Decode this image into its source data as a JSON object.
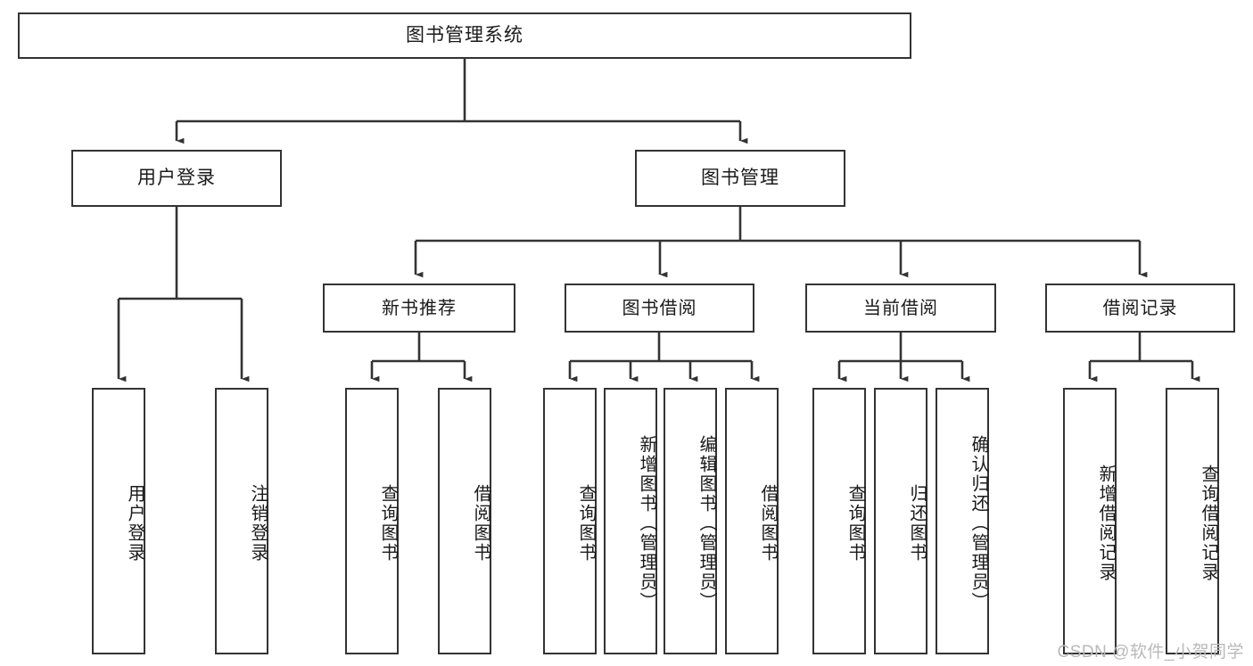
{
  "diagram": {
    "title": "图书管理系统",
    "watermark": "CSDN @软件_小贺同学",
    "colors": {
      "box_border": "#333333",
      "box_fill": "#ffffff",
      "connector": "#333333",
      "text": "#1a1a1a",
      "watermark": "#b9b9b9"
    },
    "root": {
      "label": "图书管理系统"
    },
    "level1": [
      {
        "label": "用户登录"
      },
      {
        "label": "图书管理"
      }
    ],
    "level2": [
      {
        "label": "新书推荐"
      },
      {
        "label": "图书借阅"
      },
      {
        "label": "当前借阅"
      },
      {
        "label": "借阅记录"
      }
    ],
    "leaves": {
      "user_login": [
        {
          "label": "用户登录"
        },
        {
          "label": "注销登录"
        }
      ],
      "new_book_recommend": [
        {
          "label": "查询图书"
        },
        {
          "label": "借阅图书"
        }
      ],
      "book_borrow": [
        {
          "label": "查询图书"
        },
        {
          "label": "新增图书（管理员）"
        },
        {
          "label": "编辑图书（管理员）"
        },
        {
          "label": "借阅图书"
        }
      ],
      "current_borrow": [
        {
          "label": "查询图书"
        },
        {
          "label": "归还图书"
        },
        {
          "label": "确认归还（管理员）"
        }
      ],
      "borrow_record": [
        {
          "label": "新增借阅记录"
        },
        {
          "label": "查询借阅记录"
        }
      ]
    }
  }
}
